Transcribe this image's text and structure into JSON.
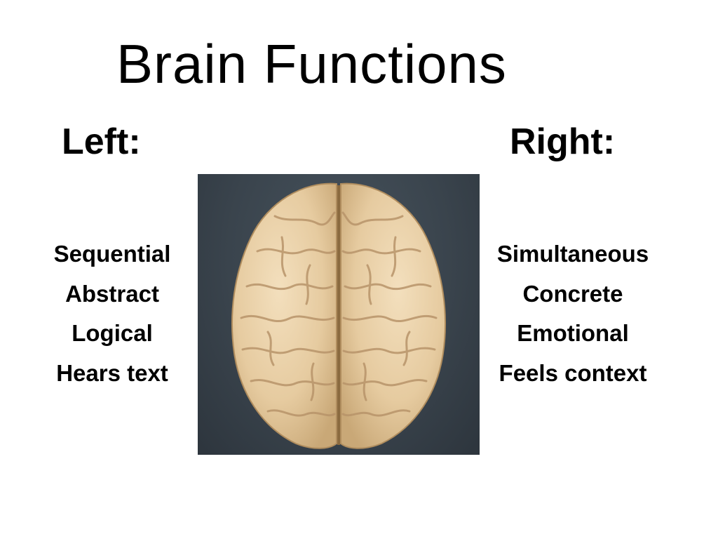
{
  "slide": {
    "title": "Brain Functions",
    "left": {
      "heading": "Left:",
      "items": [
        "Sequential",
        "Abstract",
        "Logical",
        "Hears text"
      ]
    },
    "right": {
      "heading": "Right:",
      "items": [
        "Simultaneous",
        "Concrete",
        "Emotional",
        "Feels context"
      ]
    },
    "image": {
      "icon": "brain-icon",
      "background_color": "#3a444d",
      "brain_color": "#e8cfa6"
    }
  }
}
